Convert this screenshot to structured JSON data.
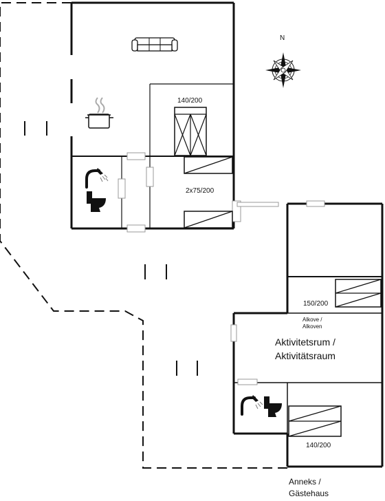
{
  "compass": {
    "north_label": "N"
  },
  "main_house": {
    "bed_double_label": "140/200",
    "bed_twin_label": "2x75/200"
  },
  "annex": {
    "alcove_bed_label": "150/200",
    "alcove_label_line1": "Alkove /",
    "alcove_label_line2": "Alkoven",
    "activity_room_line1": "Aktivitetsrum /",
    "activity_room_line2": "Aktivitätsraum",
    "bed_double_label": "140/200",
    "name_line1": "Anneks /",
    "name_line2": "Gästehaus"
  },
  "icons": [
    "sofa-icon",
    "cooking-pot-icon",
    "shower-icon",
    "toilet-icon",
    "compass-rose-icon"
  ]
}
